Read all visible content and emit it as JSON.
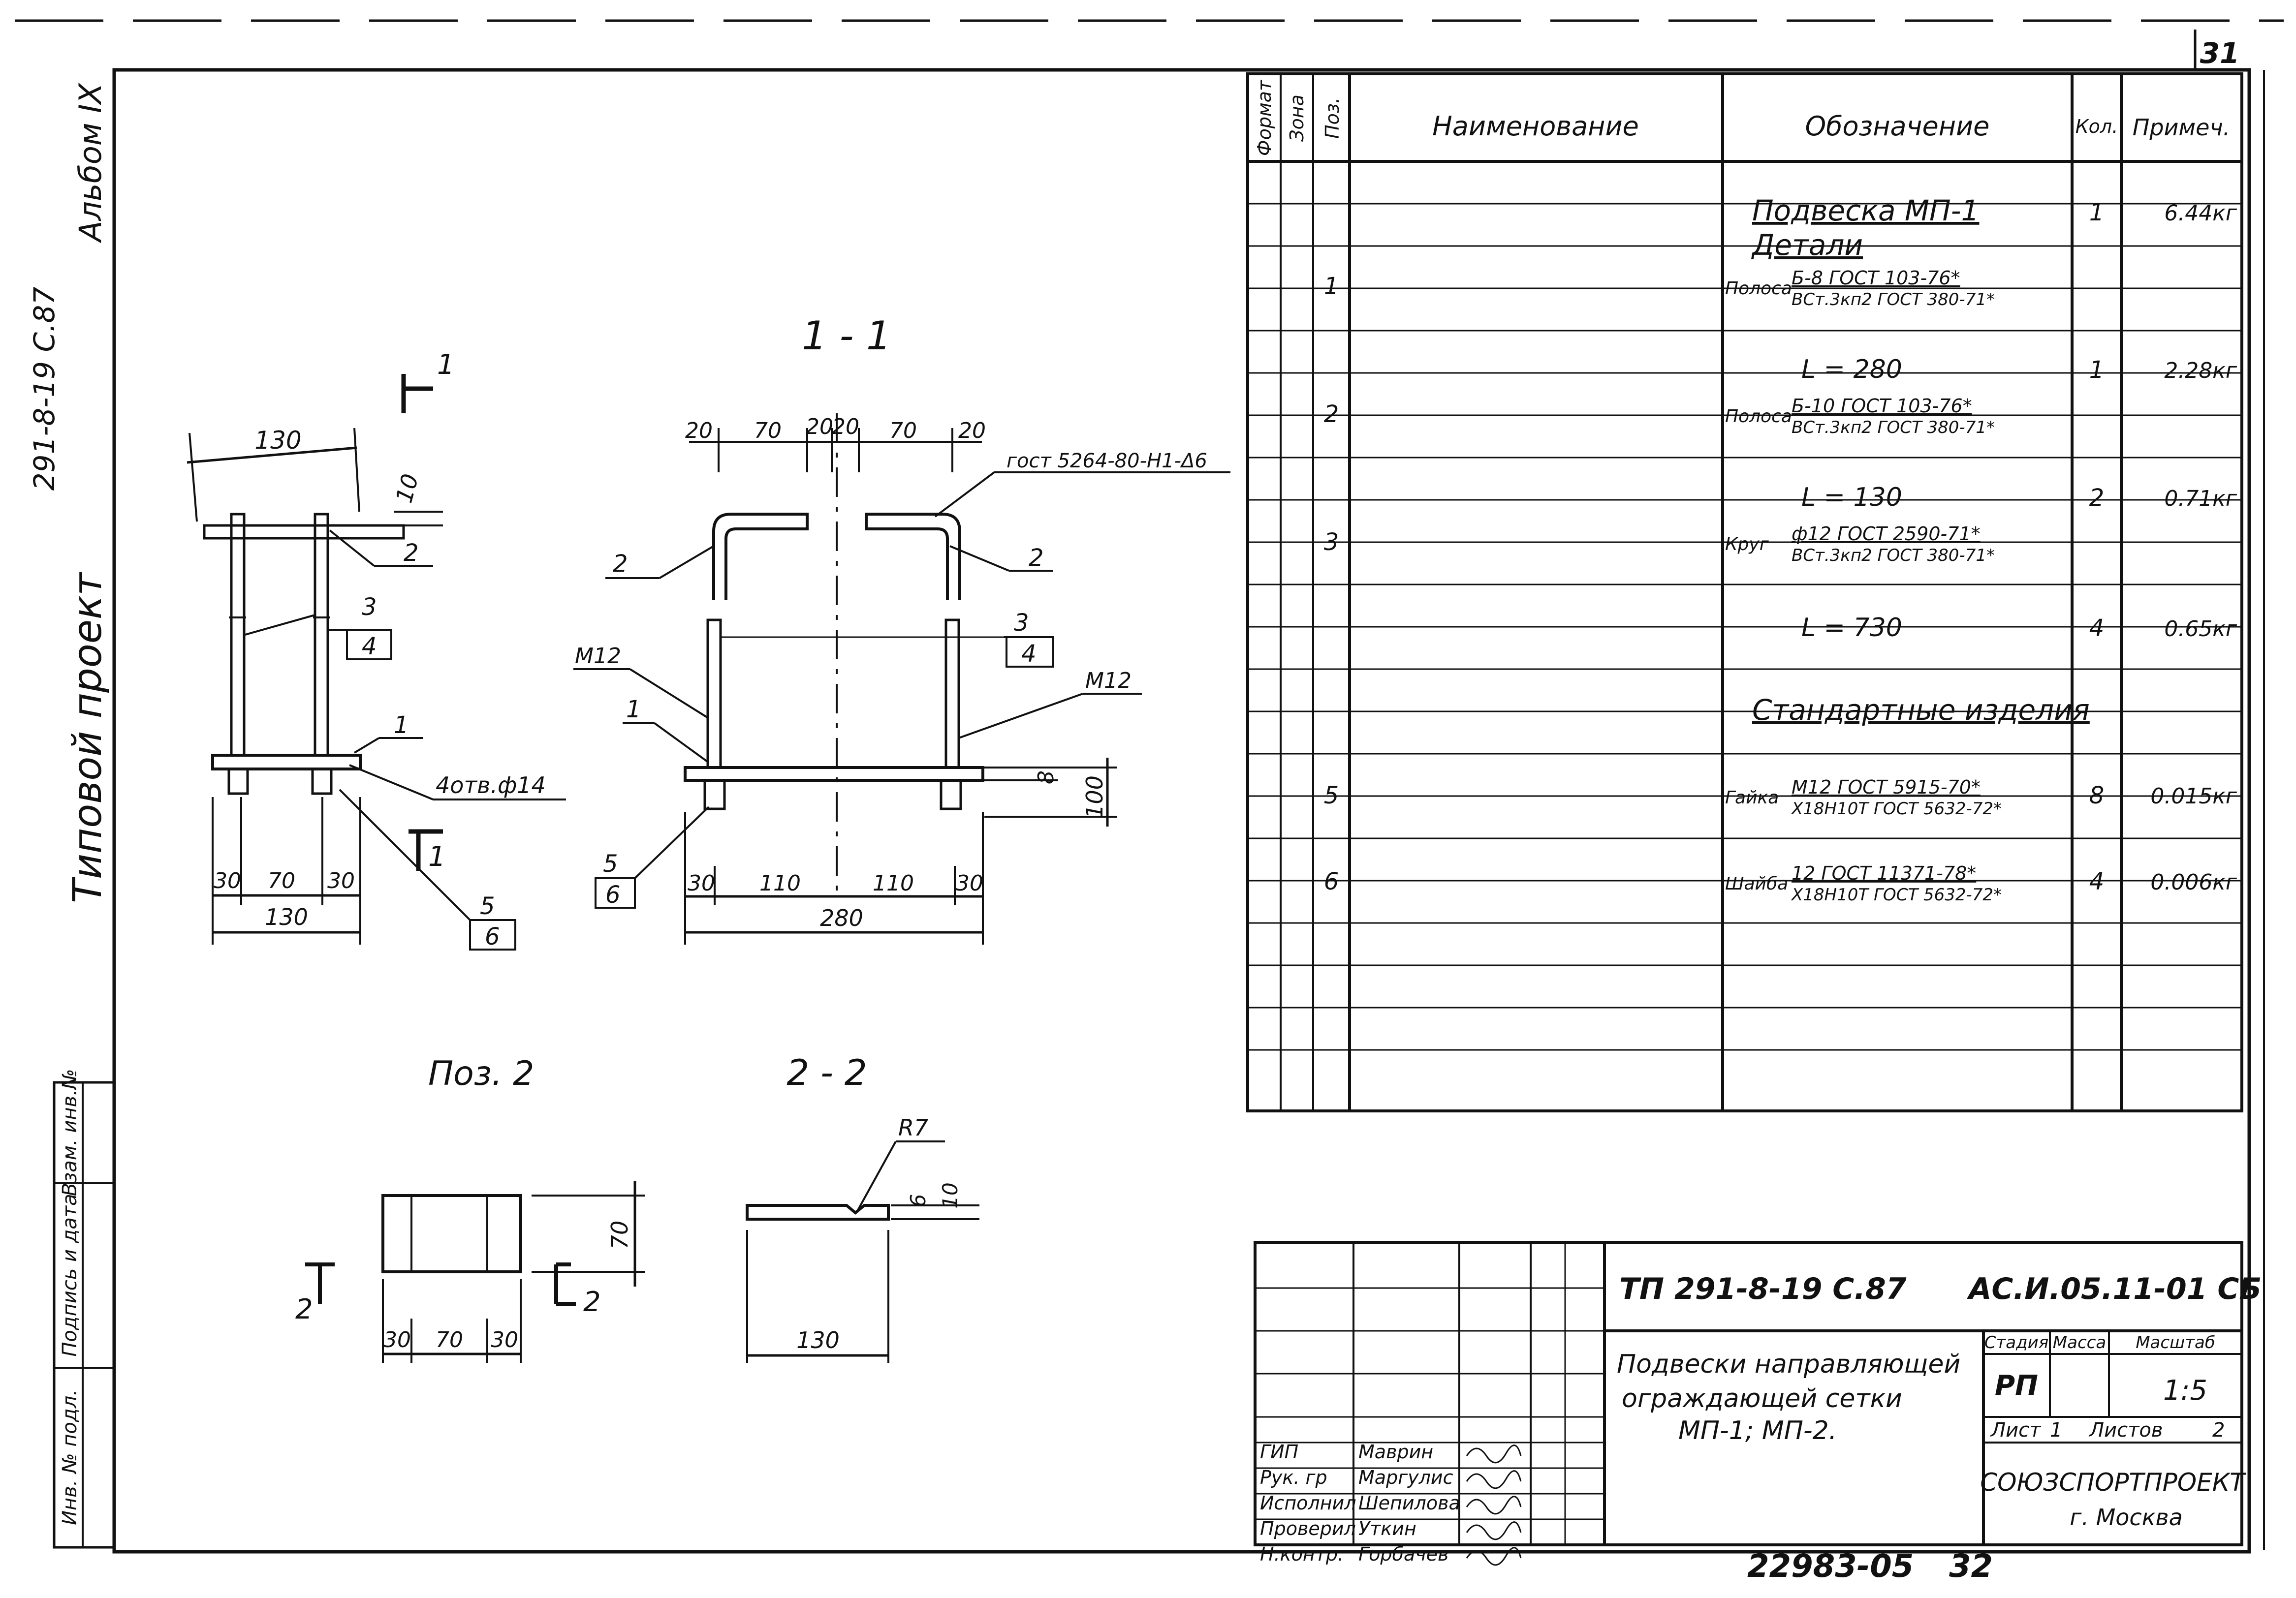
{
  "sheet_number": "31",
  "side_stamp": {
    "album": "Альбом IX",
    "code": "291-8-19 С.87",
    "title": "Типовой проект",
    "fields": [
      "Инв. № подл.",
      "Подпись и дата",
      "Взам. инв.№"
    ]
  },
  "views": {
    "view_11": {
      "title": "1 - 1",
      "dims": [
        "20",
        "70",
        "20",
        "20",
        "70",
        "20",
        "30",
        "110",
        "110",
        "30",
        "280",
        "100",
        "8"
      ],
      "labels": [
        "гост 5264-80-Н1-Δ6",
        "2",
        "2",
        "3",
        "4",
        "М12",
        "М12",
        "1",
        "5",
        "6"
      ]
    },
    "side": {
      "dims": [
        "130",
        "10",
        "30",
        "70",
        "30",
        "130"
      ],
      "labels": [
        "2",
        "3",
        "4",
        "1",
        "4отв.ф14",
        "5",
        "6"
      ],
      "cut_label": "1"
    },
    "pos2": {
      "title": "Поз. 2",
      "dims": [
        "70",
        "30",
        "70",
        "30"
      ],
      "cut_label": "2"
    },
    "view_22": {
      "title": "2 - 2",
      "dims": [
        "R7",
        "6",
        "10",
        "130"
      ]
    }
  },
  "spec_table": {
    "headers": [
      "Формат",
      "Зона",
      "Поз.",
      "Наименование",
      "Обозначение",
      "Кол.",
      "Примеч."
    ],
    "rows": [
      {
        "poz": "",
        "oboz": "Подвеска МП-1",
        "kol": "1",
        "prim": "6.44кг"
      },
      {
        "poz": "",
        "oboz": "Детали",
        "kol": "",
        "prim": ""
      },
      {
        "poz": "1",
        "oboz_pre": "Полоса",
        "oboz_top": "Б-8 ГОСТ 103-76*",
        "oboz_bot": "ВСт.3кп2 ГОСТ 380-71*",
        "kol": "",
        "prim": ""
      },
      {
        "poz": "",
        "oboz": "L = 280",
        "kol": "1",
        "prim": "2.28кг"
      },
      {
        "poz": "2",
        "oboz_pre": "Полоса",
        "oboz_top": "Б-10 ГОСТ 103-76*",
        "oboz_bot": "ВСт.3кп2 ГОСТ 380-71*",
        "kol": "",
        "prim": ""
      },
      {
        "poz": "",
        "oboz": "L = 130",
        "kol": "2",
        "prim": "0.71кг"
      },
      {
        "poz": "3",
        "oboz_pre": "Круг",
        "oboz_top": "ф12 ГОСТ 2590-71*",
        "oboz_bot": "ВСт.3кп2 ГОСТ 380-71*",
        "kol": "",
        "prim": ""
      },
      {
        "poz": "",
        "oboz": "L = 730",
        "kol": "4",
        "prim": "0.65кг"
      },
      {
        "poz": "",
        "oboz": "Стандартные изделия",
        "kol": "",
        "prim": ""
      },
      {
        "poz": "5",
        "oboz_pre": "Гайка",
        "oboz_top": "М12 ГОСТ 5915-70*",
        "oboz_bot": "Х18Н10Т ГОСТ 5632-72*",
        "kol": "8",
        "prim": "0.015кг"
      },
      {
        "poz": "6",
        "oboz_pre": "Шайба",
        "oboz_top": "12 ГОСТ 11371-78*",
        "oboz_bot": "Х18Н10Т ГОСТ 5632-72*",
        "kol": "4",
        "prim": "0.006кг"
      }
    ]
  },
  "title_block": {
    "project_code": "ТП 291-8-19 С.87",
    "doc_code": "АС.И.05.11-01 СБ",
    "title_lines": [
      "Подвески направляющей",
      "ограждающей сетки",
      "МП-1; МП-2."
    ],
    "stage_header": "Стадия",
    "mass_header": "Масса",
    "scale_header": "Масштаб",
    "stage": "РП",
    "scale": "1:5",
    "sheet_label": "Лист",
    "sheet_value": "1",
    "sheets_label": "Листов",
    "sheets_value": "2",
    "org": "СОЮЗСПОРТПРОЕКТ",
    "city": "г. Москва",
    "people": [
      {
        "role": "ГИП",
        "name": "Маврин"
      },
      {
        "role": "Рук. гр",
        "name": "Маргулис"
      },
      {
        "role": "Исполнил",
        "name": "Шепилова"
      },
      {
        "role": "Проверил",
        "name": "Уткин"
      },
      {
        "role": "Н.контр.",
        "name": "Горбачев"
      }
    ]
  },
  "footer_number": "22983-05",
  "footer_page": "32"
}
